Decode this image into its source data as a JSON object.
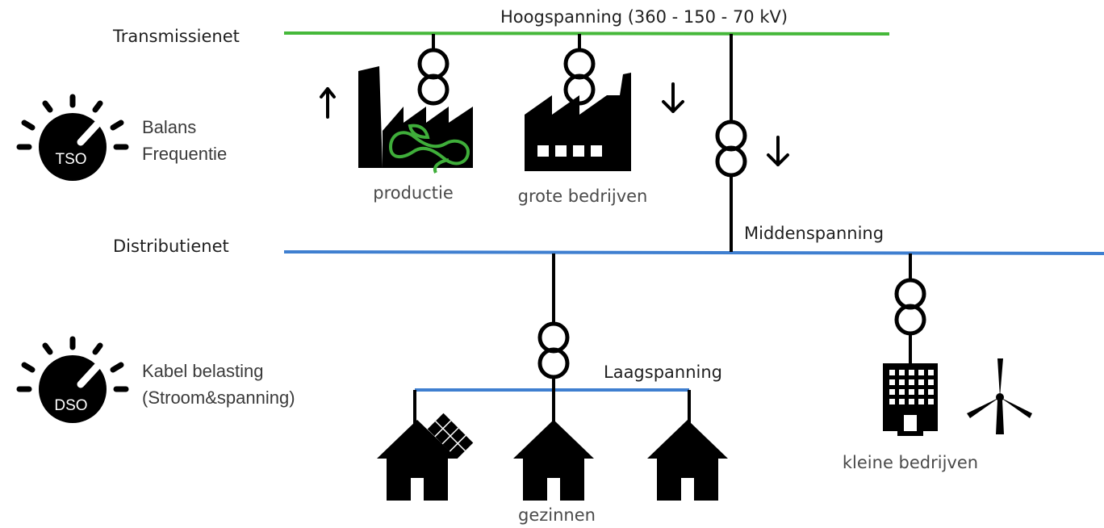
{
  "network": {
    "transmission_label": "Transmissienet",
    "high_voltage_label": "Hoogspanning (360 - 150 - 70 kV)",
    "distribution_label": "Distributienet",
    "medium_voltage_label": "Middenspanning",
    "low_voltage_label": "Laagspanning"
  },
  "tso": {
    "knob_label": "TSO",
    "line1": "Balans",
    "line2": "Frequentie"
  },
  "dso": {
    "knob_label": "DSO",
    "line1": "Kabel belasting",
    "line2": "(Stroom&spanning)"
  },
  "consumers": {
    "production": "productie",
    "large_companies": "grote bedrijven",
    "households": "gezinnen",
    "small_companies": "kleine bedrijven"
  },
  "colors": {
    "transmission_line": "#45b83a",
    "distribution_line": "#3f7fd0",
    "ink": "#000000",
    "leaf": "#3fae3a"
  },
  "icons": {
    "arrow_up": "arrow-up-icon",
    "arrow_down": "arrow-down-icon",
    "transformer": "transformer-icon",
    "factory": "factory-icon",
    "house": "house-icon",
    "solar_panel": "solar-panel-icon",
    "office_building": "office-building-icon",
    "wind_turbine": "wind-turbine-icon",
    "knob": "dial-knob-icon"
  }
}
